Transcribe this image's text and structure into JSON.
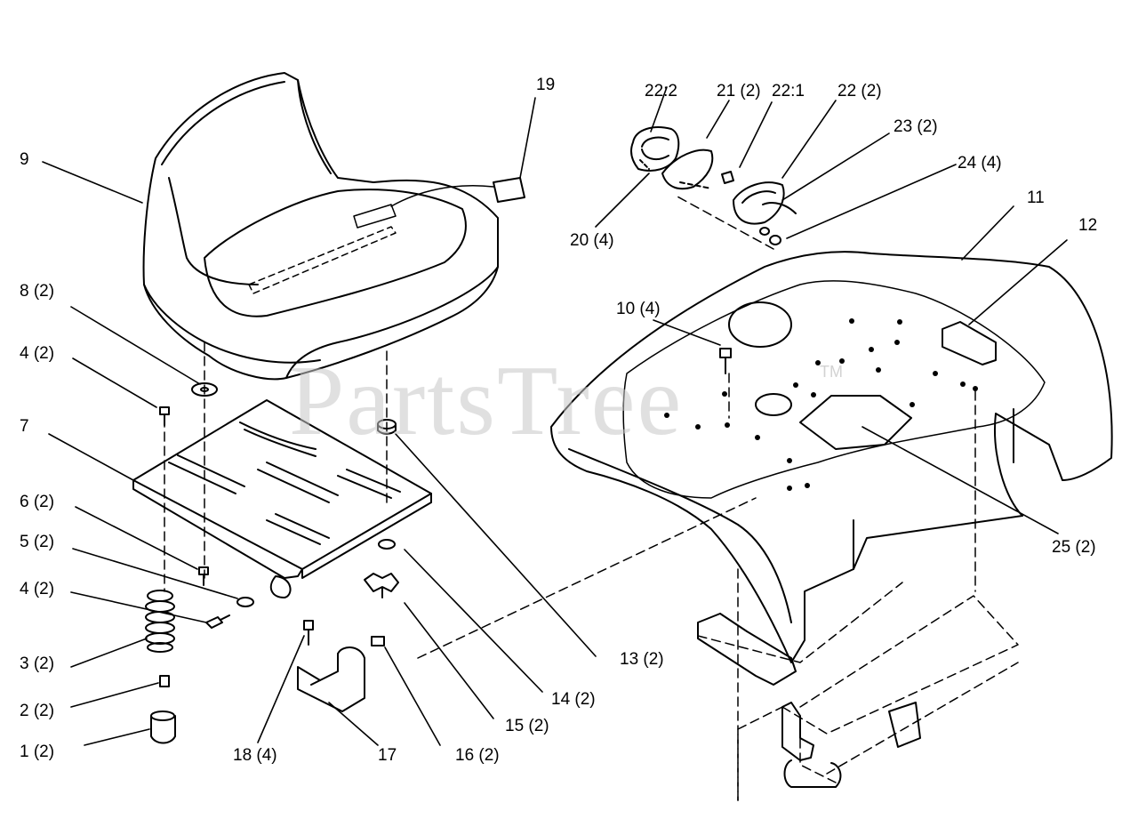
{
  "watermark": {
    "text": "PartsTree",
    "tm": "TM"
  },
  "callouts": {
    "c1": "1 (2)",
    "c2": "2 (2)",
    "c3": "3 (2)",
    "c4a": "4 (2)",
    "c4b": "4 (2)",
    "c5": "5 (2)",
    "c6": "6 (2)",
    "c7": "7",
    "c8": "8 (2)",
    "c9": "9",
    "c10": "10 (4)",
    "c11": "11",
    "c12": "12",
    "c13": "13 (2)",
    "c14": "14 (2)",
    "c15": "15 (2)",
    "c16": "16 (2)",
    "c17": "17",
    "c18": "18 (4)",
    "c19": "19",
    "c20": "20 (4)",
    "c21": "21 (2)",
    "c22a": "22:1",
    "c22b": "22:2",
    "c22": "22 (2)",
    "c23": "23 (2)",
    "c24": "24 (4)",
    "c25": "25 (2)"
  }
}
